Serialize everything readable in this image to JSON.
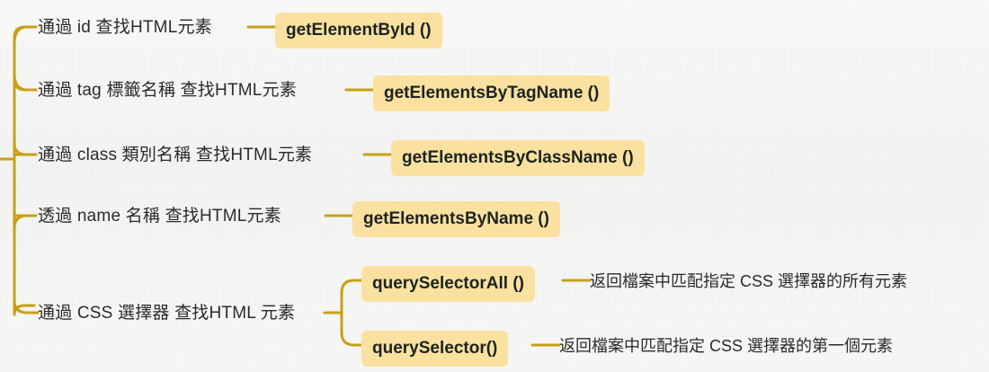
{
  "theme": {
    "background": "#f7f7f6",
    "bracket_color": "#c8a016",
    "chip_background": "#fbe1a0",
    "chip_text": "#1b2420",
    "label_text": "#2b2b2b"
  },
  "diagram": {
    "type": "mind-map",
    "title": "",
    "root_label": "",
    "branches": [
      {
        "id": "by-id",
        "label": "通過 id 查找HTML元素",
        "method": "getElementById ()",
        "children": []
      },
      {
        "id": "by-tag",
        "label": "通過 tag 標籤名稱 查找HTML元素",
        "method": "getElementsByTagName ()",
        "children": []
      },
      {
        "id": "by-class",
        "label": "通過 class 類別名稱 查找HTML元素",
        "method": "getElementsByClassName ()",
        "children": []
      },
      {
        "id": "by-name",
        "label": "透過 name 名稱 查找HTML元素",
        "method": "getElementsByName ()",
        "children": []
      },
      {
        "id": "by-css",
        "label": "通過 CSS 選擇器 查找HTML 元素",
        "method": "",
        "children": [
          {
            "id": "query-selector-all",
            "method": "querySelectorAll ()",
            "description": "返回檔案中匹配指定 CSS 選擇器的所有元素"
          },
          {
            "id": "query-selector",
            "method": "querySelector()",
            "description": "返回檔案中匹配指定 CSS 選擇器的第一個元素"
          }
        ]
      }
    ]
  }
}
